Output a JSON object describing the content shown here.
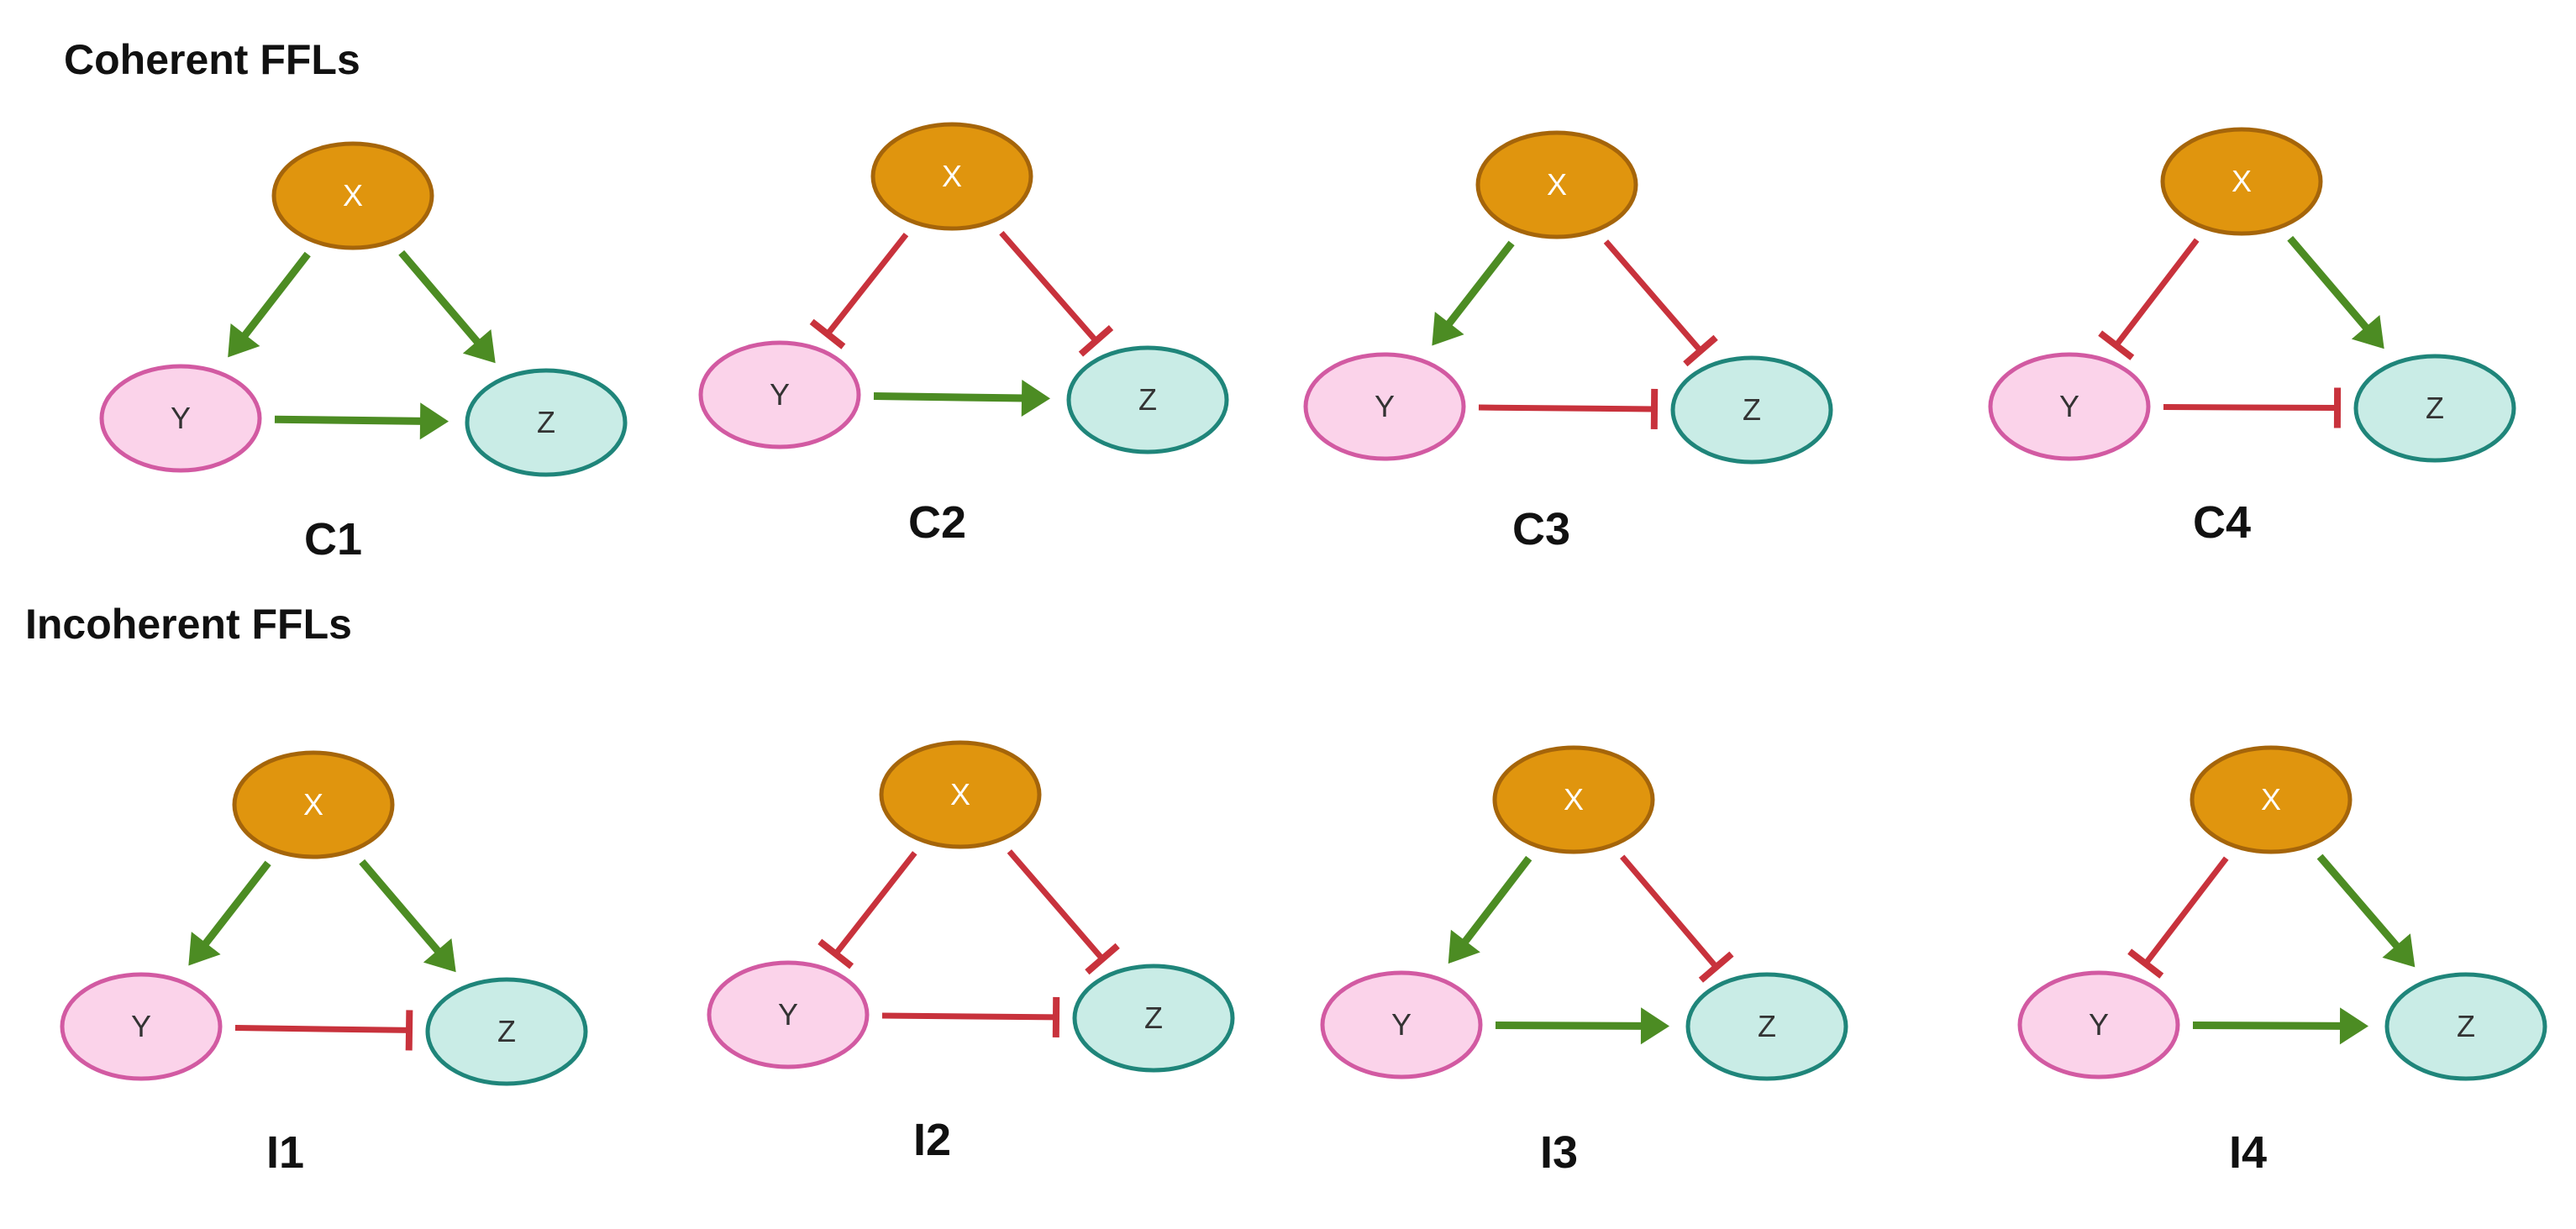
{
  "titles": {
    "coherent": "Coherent FFLs",
    "incoherent": "Incoherent FFLs"
  },
  "node_styles": {
    "X": {
      "fill": "#e0950e",
      "stroke": "#a5650a",
      "text": "#ffffff"
    },
    "Y": {
      "fill": "#fbd3ea",
      "stroke": "#d25aa2",
      "text": "#333333"
    },
    "Z": {
      "fill": "#c9ece6",
      "stroke": "#1f857a",
      "text": "#333333"
    }
  },
  "edge_colors": {
    "activation": "#4c8c23",
    "repression": "#c8323c"
  },
  "motifs": [
    {
      "id": "C1",
      "label": "C1",
      "nodes": {
        "X": "X",
        "Y": "Y",
        "Z": "Z"
      },
      "edges": {
        "XY": "activation",
        "XZ": "activation",
        "YZ": "activation"
      }
    },
    {
      "id": "C2",
      "label": "C2",
      "nodes": {
        "X": "X",
        "Y": "Y",
        "Z": "Z"
      },
      "edges": {
        "XY": "repression",
        "XZ": "repression",
        "YZ": "activation"
      }
    },
    {
      "id": "C3",
      "label": "C3",
      "nodes": {
        "X": "X",
        "Y": "Y",
        "Z": "Z"
      },
      "edges": {
        "XY": "activation",
        "XZ": "repression",
        "YZ": "repression"
      }
    },
    {
      "id": "C4",
      "label": "C4",
      "nodes": {
        "X": "X",
        "Y": "Y",
        "Z": "Z"
      },
      "edges": {
        "XY": "repression",
        "XZ": "activation",
        "YZ": "repression"
      }
    },
    {
      "id": "I1",
      "label": "I1",
      "nodes": {
        "X": "X",
        "Y": "Y",
        "Z": "Z"
      },
      "edges": {
        "XY": "activation",
        "XZ": "activation",
        "YZ": "repression"
      }
    },
    {
      "id": "I2",
      "label": "I2",
      "nodes": {
        "X": "X",
        "Y": "Y",
        "Z": "Z"
      },
      "edges": {
        "XY": "repression",
        "XZ": "repression",
        "YZ": "repression"
      }
    },
    {
      "id": "I3",
      "label": "I3",
      "nodes": {
        "X": "X",
        "Y": "Y",
        "Z": "Z"
      },
      "edges": {
        "XY": "activation",
        "XZ": "repression",
        "YZ": "activation"
      }
    },
    {
      "id": "I4",
      "label": "I4",
      "nodes": {
        "X": "X",
        "Y": "Y",
        "Z": "Z"
      },
      "edges": {
        "XY": "repression",
        "XZ": "activation",
        "YZ": "activation"
      }
    }
  ]
}
